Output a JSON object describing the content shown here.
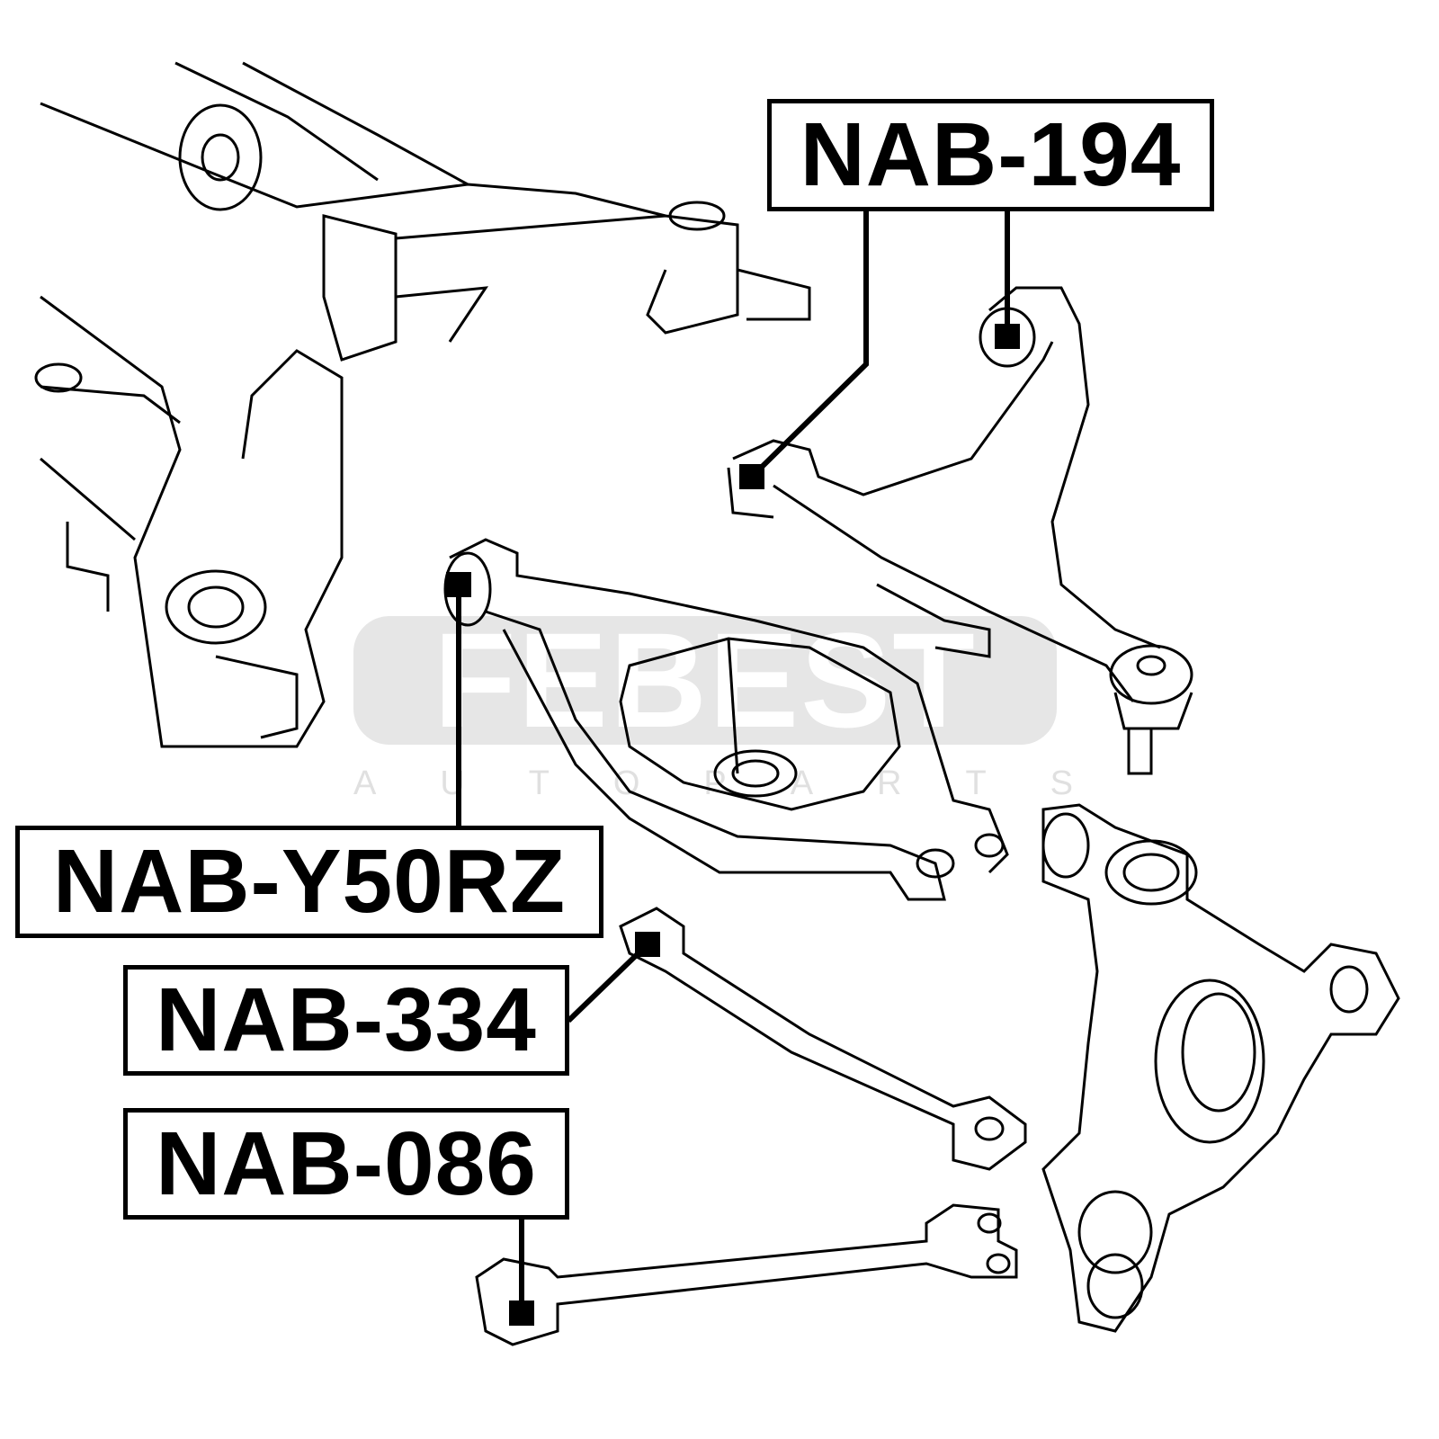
{
  "watermark": {
    "brand": "FEBEST",
    "subtitle": [
      "A",
      "U",
      "T",
      "O",
      "P",
      "A",
      "R",
      "T",
      "S"
    ]
  },
  "labels": {
    "nab194": "NAB-194",
    "naby50rz": "NAB-Y50RZ",
    "nab334": "NAB-334",
    "nab086": "NAB-086"
  }
}
